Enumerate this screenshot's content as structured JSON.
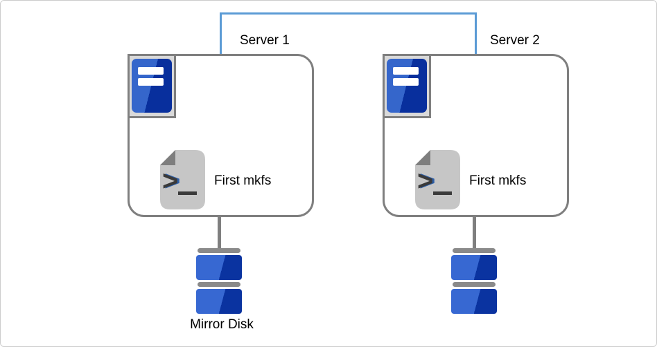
{
  "servers": [
    {
      "name": "Server 1",
      "command": "First mkfs"
    },
    {
      "name": "Server 2",
      "command": "First mkfs"
    }
  ],
  "disks": [
    {
      "label": "Mirror Disk"
    },
    {
      "label": ""
    }
  ],
  "icons": {
    "server": "server-tower-icon",
    "command": "shell-script-icon",
    "disk": "mirror-disk-icon",
    "link": "interconnect-link"
  },
  "colors": {
    "link_blue": "#5B9BD5",
    "outline_gray": "#7F7F7F",
    "chassis_gray": "#D9D9D9",
    "icon_blue_light": "#3566CB",
    "icon_blue_dark": "#082F9D",
    "disk_blue_light": "#3768D2",
    "disk_blue_dark": "#0A33A0",
    "disk_bar_gray": "#8A8A8A",
    "script_body_gray": "#C6C6C6",
    "script_fold_gray": "#7E7E7E",
    "script_glyph": "#3A3A3A",
    "canvas_border": "#CCCCCC"
  }
}
